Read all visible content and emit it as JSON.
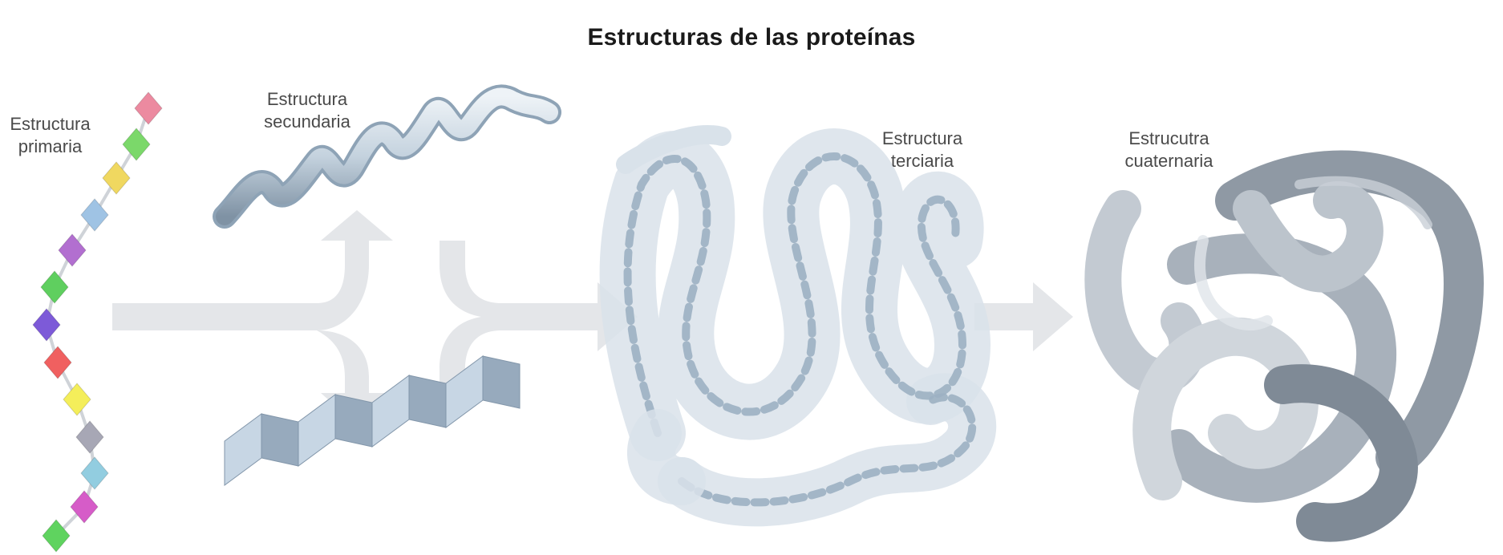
{
  "title": "Estructuras de las proteínas",
  "labels": {
    "primaria": [
      "Estructura",
      "primaria"
    ],
    "secundaria": [
      "Estructura",
      "secundaria"
    ],
    "terciaria": [
      "Estructura",
      "terciaria"
    ],
    "cuaternaria": [
      "Estrucutra",
      "cuaternaria"
    ]
  },
  "colors": {
    "amino_acids": [
      "#ec8aa0",
      "#7bd86a",
      "#f0d860",
      "#9fc3e4",
      "#b26fd0",
      "#5fcf5f",
      "#7d5ad8",
      "#f06060",
      "#f4ee5a",
      "#a7a7b5",
      "#92cde0",
      "#d65cc8",
      "#5fd35f"
    ],
    "arrow": "#e4e6e9",
    "ribbon": "#c4d2de",
    "tube": "#b9c0c8"
  }
}
